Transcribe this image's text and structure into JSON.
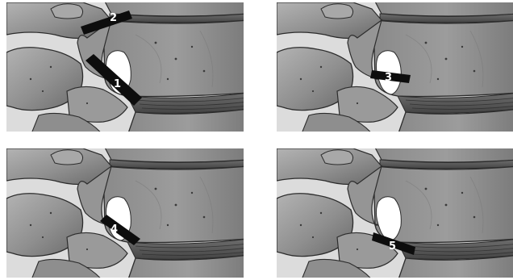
{
  "panels": [
    {
      "id": "panel-1",
      "markers": [
        "2",
        "1"
      ]
    },
    {
      "id": "panel-3",
      "markers": [
        "3"
      ]
    },
    {
      "id": "panel-4",
      "markers": [
        "4"
      ]
    },
    {
      "id": "panel-5",
      "markers": [
        "5"
      ]
    }
  ],
  "colors": {
    "background": "#d9d9d9",
    "bone_light": "#a9a9a9",
    "bone_mid": "#8c8c8c",
    "bone_dark": "#5a5a5a",
    "outline": "#2c2c2c",
    "foramen": "#ffffff",
    "marker": "#0d0d0d",
    "marker_text": "#ffffff"
  }
}
